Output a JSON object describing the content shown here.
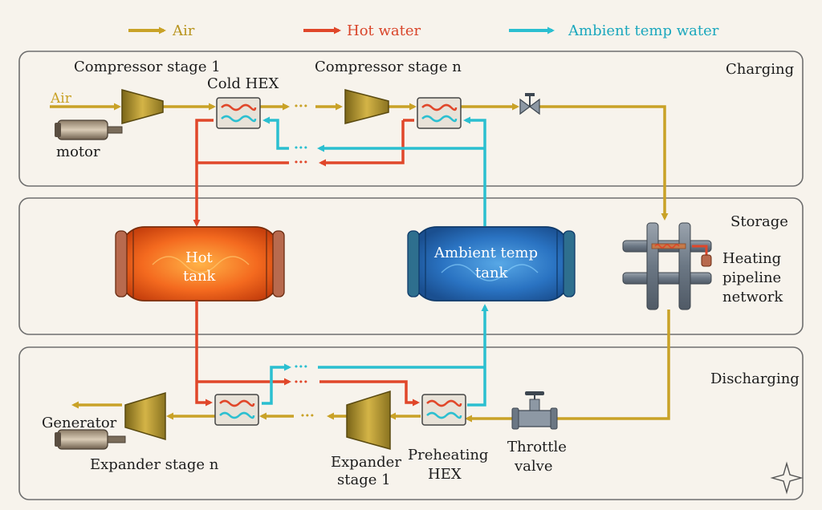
{
  "legend": {
    "air": "Air",
    "hot_water": "Hot water",
    "ambient_water": "Ambient temp water"
  },
  "sections": {
    "charging": "Charging",
    "storage": "Storage",
    "discharging": "Discharging"
  },
  "labels": {
    "compressor_stage_1": "Compressor stage 1",
    "compressor_stage_n": "Compressor stage n",
    "cold_hex": "Cold HEX",
    "air_in": "Air",
    "motor": "motor",
    "hot_tank_l1": "Hot",
    "hot_tank_l2": "tank",
    "ambient_tank_l1": "Ambient temp",
    "ambient_tank_l2": "tank",
    "heating_l1": "Heating",
    "heating_l2": "pipeline",
    "heating_l3": "network",
    "generator": "Generator",
    "expander_stage_n": "Expander stage n",
    "expander_stage_1_l1": "Expander",
    "expander_stage_1_l2": "stage 1",
    "preheating_l1": "Preheating",
    "preheating_l2": "HEX",
    "throttle_l1": "Throttle",
    "throttle_l2": "valve",
    "dots": "···"
  },
  "colors": {
    "air": "#c9a227",
    "hot": "#e0472a",
    "ambient": "#2bbfd0",
    "frame": "#6e6e6e"
  }
}
